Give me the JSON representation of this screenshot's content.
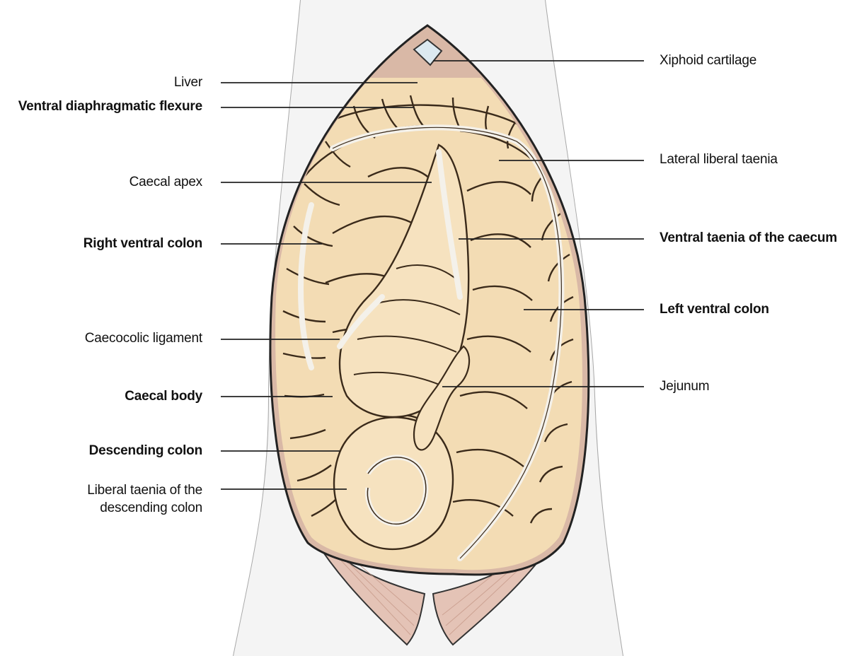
{
  "labels_left": [
    {
      "id": "liver",
      "text": "Liver",
      "bold": false
    },
    {
      "id": "ventral-diaphragmatic-flexure",
      "text": "Ventral diaphragmatic flexure",
      "bold": true
    },
    {
      "id": "caecal-apex",
      "text": "Caecal apex",
      "bold": false
    },
    {
      "id": "right-ventral-colon",
      "text": "Right ventral colon",
      "bold": true
    },
    {
      "id": "caecocolic-ligament",
      "text": "Caecocolic ligament",
      "bold": false
    },
    {
      "id": "caecal-body",
      "text": "Caecal body",
      "bold": true
    },
    {
      "id": "descending-colon",
      "text": "Descending colon",
      "bold": true
    },
    {
      "id": "liberal-taenia-descending-colon",
      "text": "Liberal taenia of the\ndescending colon",
      "bold": false
    }
  ],
  "labels_right": [
    {
      "id": "xiphoid-cartilage",
      "text": "Xiphoid cartilage",
      "bold": false
    },
    {
      "id": "lateral-liberal-taenia",
      "text": "Lateral liberal taenia",
      "bold": false
    },
    {
      "id": "ventral-taenia-caecum",
      "text": "Ventral taenia of the caecum",
      "bold": true
    },
    {
      "id": "left-ventral-colon",
      "text": "Left ventral colon",
      "bold": true
    },
    {
      "id": "jejunum",
      "text": "Jejunum",
      "bold": false
    }
  ],
  "colors": {
    "intestine_fill": "#f3dcb4",
    "intestine_dark": "#3a2a1a",
    "muscle": "#d9b0a0",
    "body_outline": "#9a9a9a",
    "taenia": "#f4f1ea",
    "leader_line": "#222222"
  }
}
